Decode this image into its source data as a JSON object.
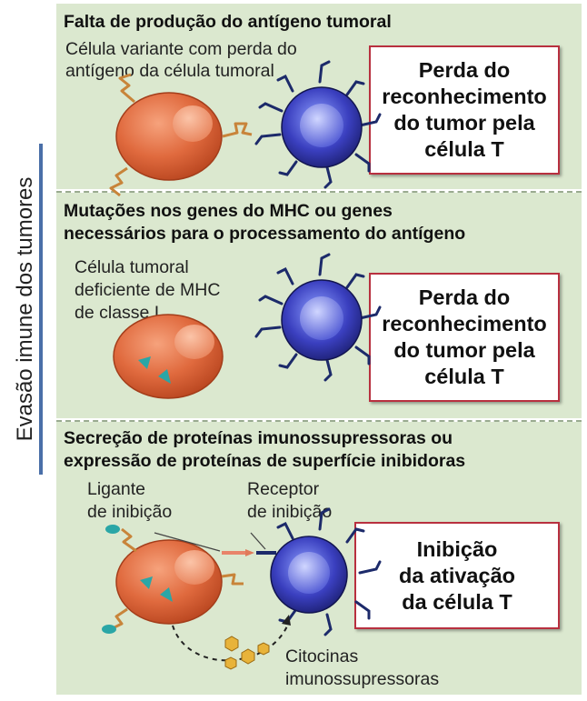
{
  "side_label": "Evasão imune dos tumores",
  "panels": [
    {
      "heading": "Falta de produção do antígeno tumoral",
      "cell_label": [
        "Célula variante com perda do",
        "antígeno da célula tumoral"
      ],
      "result": [
        "Perda do",
        "reconhecimento",
        "do tumor pela",
        "célula T"
      ]
    },
    {
      "heading": [
        "Mutações nos genes do MHC ou genes",
        "necessários para o processamento do antígeno"
      ],
      "cell_label": [
        "Célula tumoral",
        "deficiente de MHC",
        "de classe I"
      ],
      "result": [
        "Perda do",
        "reconhecimento",
        "do tumor pela",
        "célula T"
      ]
    },
    {
      "heading": [
        "Secreção de proteínas imunossupressoras ou",
        "expressão de proteínas de superfície inibidoras"
      ],
      "ligand_label": [
        "Ligante",
        "de inibição"
      ],
      "receptor_label": [
        "Receptor",
        "de inibição"
      ],
      "cytokine_label": [
        "Citocinas",
        "imunossupressoras"
      ],
      "result": [
        "Inibição",
        "da ativação",
        "da célula T"
      ]
    }
  ],
  "colors": {
    "panel_bg": "#dbe8cf",
    "box_border": "#b8303f",
    "tumor_cell": "#e06a3e",
    "t_cell": "#2b2f8f",
    "bracket": "#4a6fa8"
  }
}
